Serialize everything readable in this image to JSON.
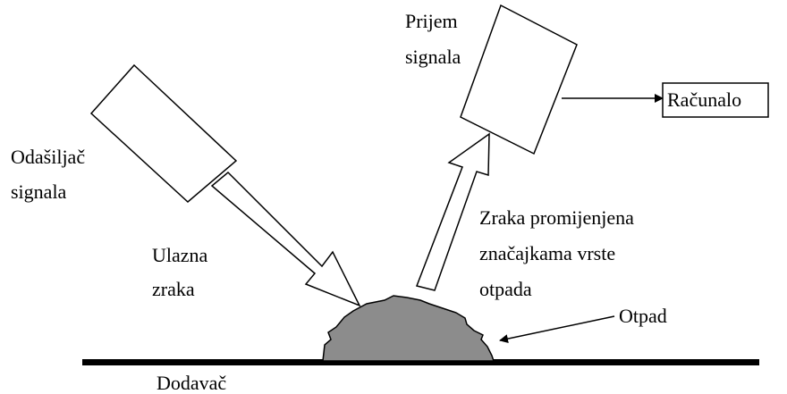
{
  "labels": {
    "transmitter_line1": "Odašiljač",
    "transmitter_line2": "signala",
    "receiver_line1": "Prijem",
    "receiver_line2": "signala",
    "computer": "Računalo",
    "incoming_line1": "Ulazna",
    "incoming_line2": "zraka",
    "changed_line1": "Zraka promijenjena",
    "changed_line2": "značajkama vrste",
    "changed_line3": "otpada",
    "waste": "Otpad",
    "feeder": "Dodavač"
  },
  "colors": {
    "line": "#000000",
    "background": "#ffffff",
    "waste_fill": "#8c8c8c"
  }
}
